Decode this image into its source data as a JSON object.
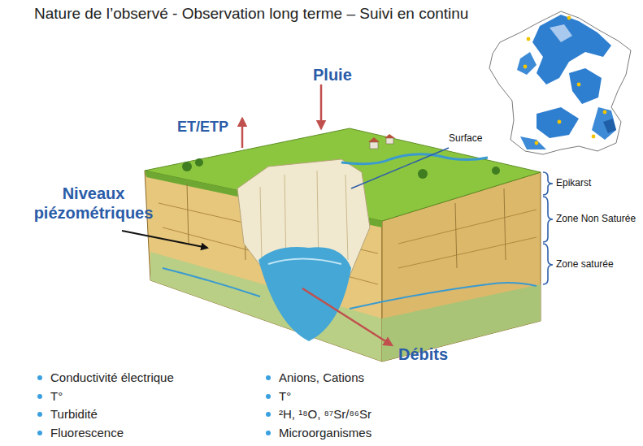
{
  "diagram": {
    "title": "Nature de l’observé - Observation long terme – Suivi en continu",
    "labels": [
      "Pluie",
      "ET/ETP",
      "Surface",
      "Epikarst",
      "Zone Non Saturée",
      "Zone saturée",
      "Niveaux piézométriques",
      "Débits",
      "Conductivité électrique",
      "T°",
      "Turbidité",
      "Fluorescence",
      "Anions, Cations",
      "T°",
      "²H, ¹⁸O, ⁸⁷Sr/⁸⁶Sr",
      "Microorganismes"
    ]
  }
}
